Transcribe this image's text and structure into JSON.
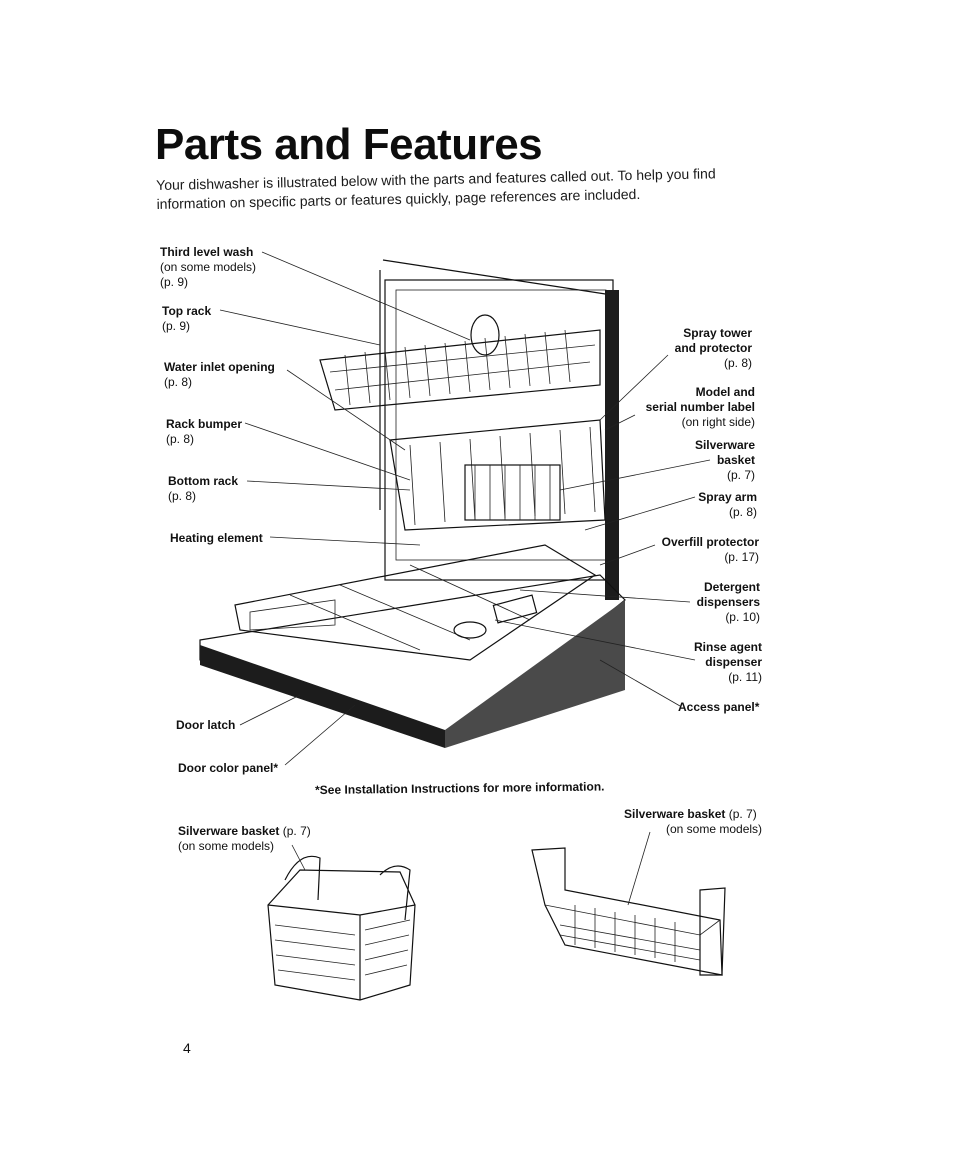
{
  "title": "Parts and Features",
  "intro": "Your dishwasher is illustrated below with the parts and features called out. To help you find information on specific parts or features quickly, page references are included.",
  "callouts": {
    "third_level_wash": {
      "name": "Third level wash",
      "sub": "(on some models)",
      "page": "(p. 9)"
    },
    "top_rack": {
      "name": "Top rack",
      "page": "(p. 9)"
    },
    "water_inlet": {
      "name": "Water inlet opening",
      "page": "(p. 8)"
    },
    "rack_bumper": {
      "name": "Rack bumper",
      "page": "(p. 8)"
    },
    "bottom_rack": {
      "name": "Bottom rack",
      "page": "(p. 8)"
    },
    "heating_element": {
      "name": "Heating element"
    },
    "door_latch": {
      "name": "Door latch"
    },
    "door_color_panel": {
      "name": "Door color panel*"
    },
    "spray_tower": {
      "name": "Spray tower",
      "name2": "and protector",
      "page": "(p. 8)"
    },
    "model_serial": {
      "name": "Model and",
      "name2": "serial number label",
      "sub": "(on right side)"
    },
    "silverware_basket": {
      "name": "Silverware",
      "name2": "basket",
      "page": "(p. 7)"
    },
    "spray_arm": {
      "name": "Spray arm",
      "page": "(p. 8)"
    },
    "overfill_protector": {
      "name": "Overfill protector",
      "page": "(p. 17)"
    },
    "detergent_dispensers": {
      "name": "Detergent",
      "name2": "dispensers",
      "page": "(p. 10)"
    },
    "rinse_agent": {
      "name": "Rinse agent",
      "name2": "dispenser",
      "page": "(p. 11)"
    },
    "access_panel": {
      "name": "Access panel*"
    }
  },
  "note": "*See Installation Instructions for more information.",
  "basket_left": {
    "name": "Silverware basket",
    "page": "(p. 7)",
    "sub": "(on some models)"
  },
  "basket_right": {
    "name": "Silverware basket",
    "page": "(p. 7)",
    "sub": "(on some models)"
  },
  "page_number": "4"
}
